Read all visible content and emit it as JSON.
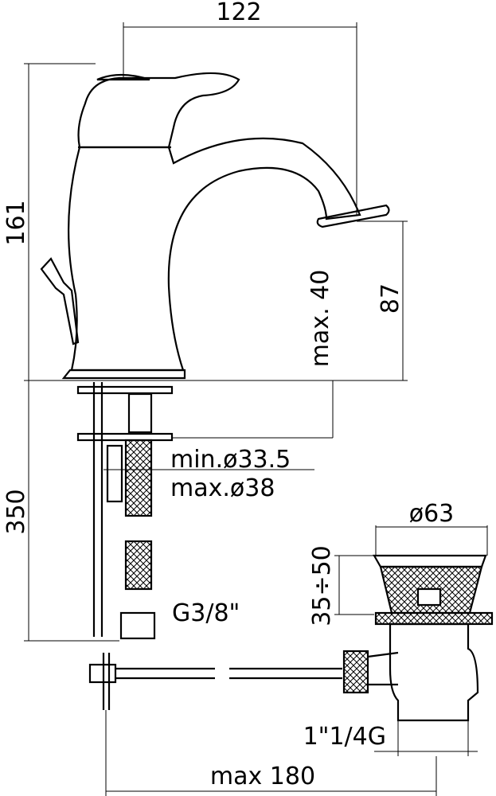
{
  "drawing": {
    "faucet": {
      "width_label": "122",
      "height_label": "161",
      "max_thickness_label": "max. 40",
      "spout_height_label": "87",
      "hole_min_label": "min.ø33.5",
      "hole_max_label": "max.ø38",
      "hose_length_label": "350",
      "connection_label": "G3/8\""
    },
    "drain": {
      "diameter_label": "ø63",
      "height_range_label": "35÷50",
      "thread_label": "1\"1/4G",
      "rod_length_label": "max 180"
    }
  }
}
